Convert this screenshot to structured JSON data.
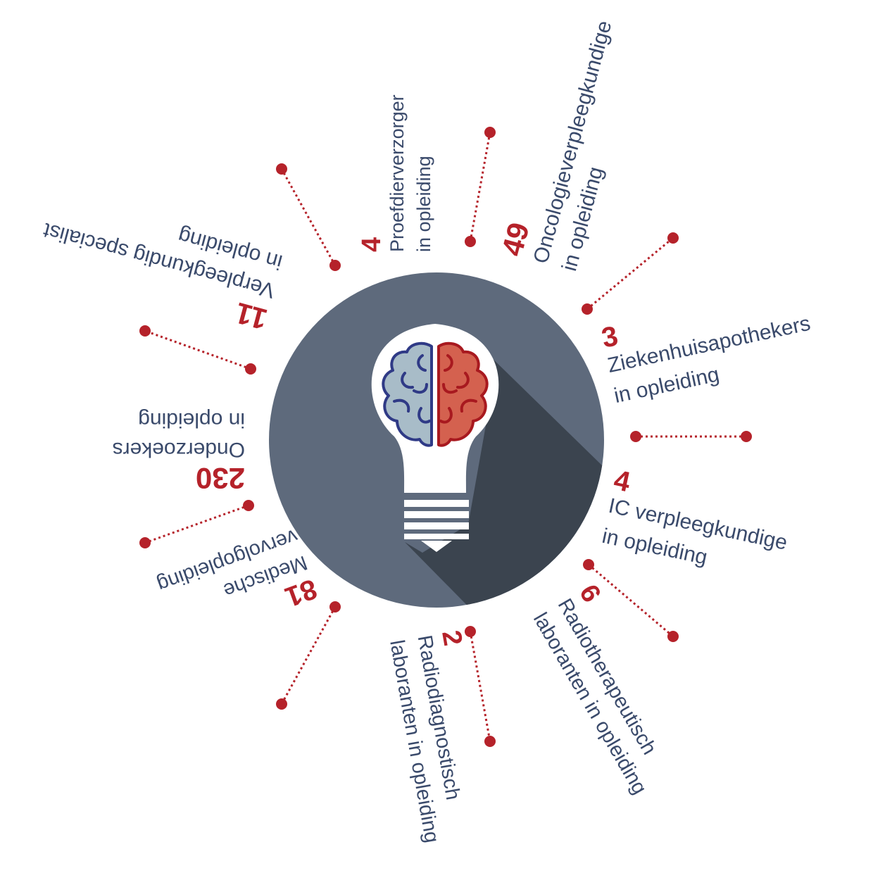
{
  "colors": {
    "accent": "#b5222a",
    "text": "#3a4a6b",
    "circle": "#5e6a7c",
    "shadow": "#3b444f",
    "brain_left": "#a8bcc8",
    "brain_left_stroke": "#2f3a86",
    "brain_right": "#d4614f",
    "brain_right_stroke": "#a8191f",
    "bulb": "#ffffff"
  },
  "center_icon": "lightbulb-brain-icon",
  "spokes": [
    {
      "count": "4",
      "lines": [
        "Proefdierverzorger",
        "in opleiding"
      ]
    },
    {
      "count": "49",
      "lines": [
        "Oncologieverpleegkundige",
        "in opleiding"
      ]
    },
    {
      "count": "3",
      "lines": [
        "Ziekenhuisapothekers",
        "in opleiding"
      ]
    },
    {
      "count": "4",
      "lines": [
        "IC verpleegkundige",
        "in opleiding"
      ]
    },
    {
      "count": "6",
      "lines": [
        "Radiotherapeutisch",
        "laboranten in opleiding"
      ]
    },
    {
      "count": "2",
      "lines": [
        "Radiodiagnostisch",
        "laboranten in opleiding"
      ]
    },
    {
      "count": "81",
      "lines": [
        "Medische",
        "vervolgopleiding"
      ]
    },
    {
      "count": "230",
      "lines": [
        "Onderzoekers",
        "in opleiding"
      ]
    },
    {
      "count": "11",
      "lines": [
        "Verpleegkundig specialist",
        "in opleiding"
      ]
    }
  ]
}
